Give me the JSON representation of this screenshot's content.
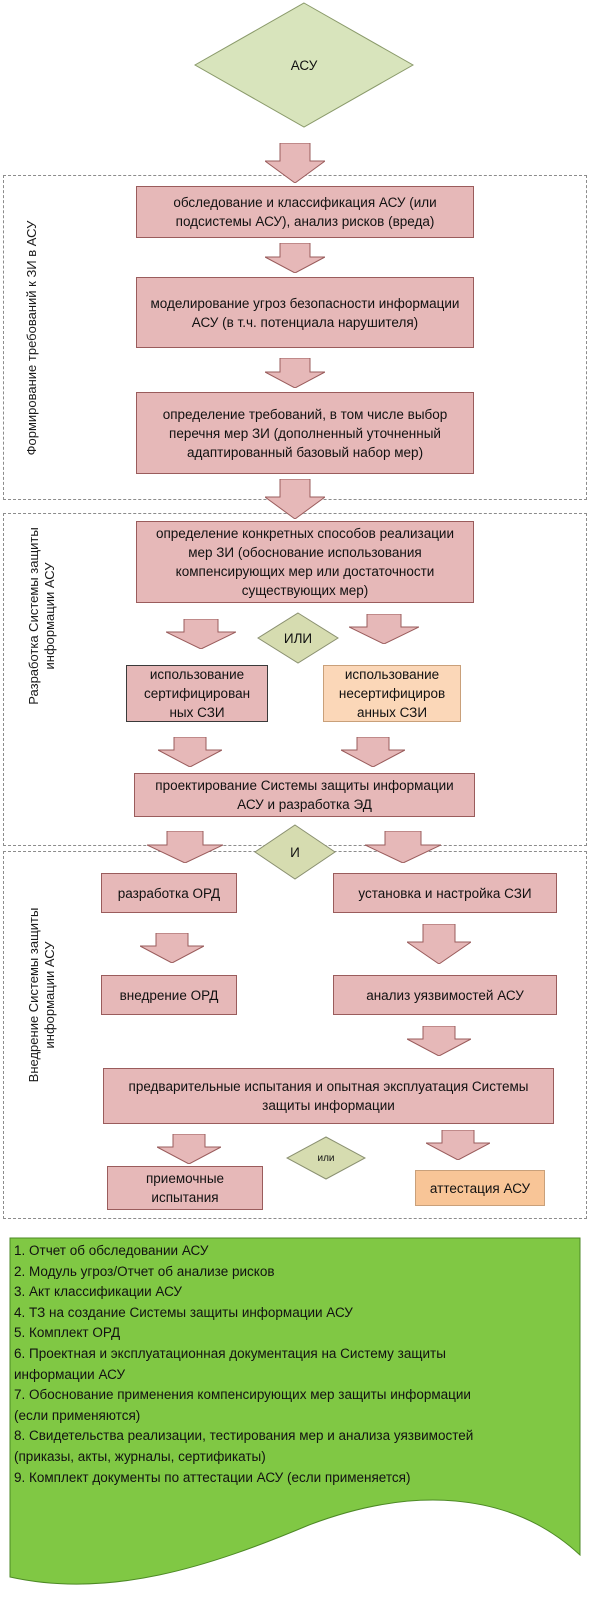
{
  "diagram": {
    "start_node": "АСУ",
    "groups": [
      {
        "id": "requirements",
        "label": "Формирование требований к ЗИ в АСУ"
      },
      {
        "id": "development",
        "label": "Разработка Системы защиты информации АСУ"
      },
      {
        "id": "implementation",
        "label": "Внедрение Системы защиты информации АСУ"
      }
    ],
    "steps": {
      "survey": "обследование и классификация АСУ (или подсистемы АСУ), анализ рисков  (вреда)",
      "threat_modeling": "моделирование угроз безопасности информации АСУ (в т.ч. потенциала нарушителя)",
      "requirements": "определение требований, в том числе выбор перечня мер ЗИ (дополненный уточненный адаптированный базовый набор мер)",
      "methods": "определение конкретных способов реализации  мер ЗИ  (обоснование использования компенсирующих мер или достаточности существующих мер)",
      "certified": "использование сертифицирован ных СЗИ",
      "uncertified": "использование несертифициров анных СЗИ",
      "design": "проектирование Системы защиты информации АСУ и разработка ЭД",
      "ord_dev": "разработка ОРД",
      "szi_setup": "установка и настройка СЗИ",
      "ord_impl": "внедрение ОРД",
      "vuln_analysis": "анализ уязвимостей АСУ",
      "trial": "предварительные испытания и опытная эксплуатация Системы защиты информации",
      "acceptance": "приемочные испытания",
      "attestation": "аттестация АСУ"
    },
    "decisions": {
      "or1": "ИЛИ",
      "and1": "И",
      "or2": "или"
    },
    "documents": [
      "1. Отчет об обследовании АСУ",
      "2. Модуль угроз/Отчет об анализе рисков",
      "3. Акт классификации АСУ",
      "4. ТЗ на создание Системы защиты информации АСУ",
      "5. Комплект ОРД",
      "6. Проектная и эксплуатационная документация на Систему защиты",
      "информации АСУ",
      "7. Обоснование применения компенсирующих мер защиты информации",
      "(если применяются)",
      "8. Свидетельства реализации, тестирования мер и анализа уязвимостей",
      "(приказы, акты, журналы, сертификаты)",
      "9. Комплект документы по аттестации АСУ (если применяется)"
    ],
    "colors": {
      "step_fill": "#e6b8b8",
      "decision_fill": "#d6dcb0",
      "start_fill": "#d8e4bc",
      "uncertified_fill": "#fbd7b8",
      "attestation_fill": "#f8c597",
      "documents_fill": "#80c844"
    }
  }
}
